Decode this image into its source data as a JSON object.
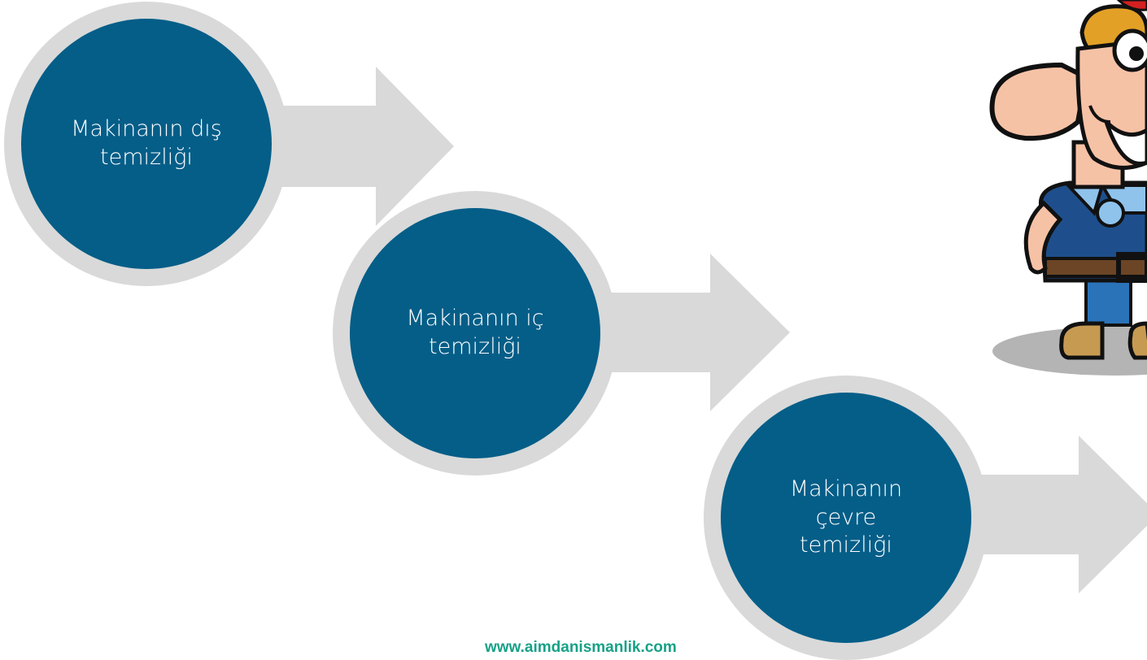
{
  "colors": {
    "disc": "#045e88",
    "ring": "#d9d9d9",
    "arrow": "#d9d9d9",
    "footer": "#17a187"
  },
  "steps": [
    {
      "label": "Makinanın dış\ntemizliği"
    },
    {
      "label": "Makinanın iç\ntemizliği"
    },
    {
      "label": "Makinanın\nçevre\ntemizliği"
    }
  ],
  "illustration": {
    "icon": "cartoon-worker-icon"
  },
  "footer": {
    "text": "www.aimdanismanlik.com"
  }
}
